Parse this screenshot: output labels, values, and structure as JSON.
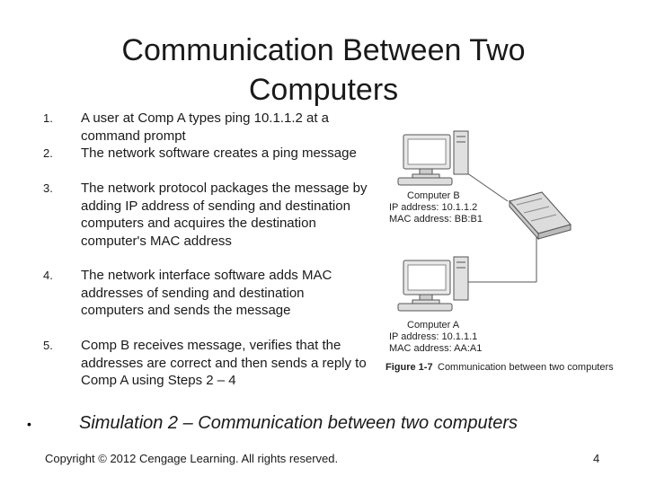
{
  "slide": {
    "title": "Communication Between Two Computers",
    "steps": [
      {
        "number": "1.",
        "text": "A user at Comp A types ping 10.1.1.2 at a command prompt"
      },
      {
        "number": "2.",
        "text": "The network software creates a ping message"
      },
      {
        "number": "3.",
        "text": "The network protocol packages the message by adding IP address of sending and destination computers and acquires the destination computer's MAC address"
      },
      {
        "number": "4.",
        "text": "The network interface software adds MAC addresses of sending and destination computers and sends the message"
      },
      {
        "number": "5.",
        "text": "Comp B receives message, verifies that the addresses are correct and then sends a reply to Comp A using Steps 2 – 4"
      }
    ],
    "bullet": "•",
    "simulation": "Simulation 2 – Communication between two computers",
    "copyright": "Copyright © 2012 Cengage Learning. All rights reserved.",
    "page_number": "4"
  },
  "figure": {
    "computer_b": {
      "name": "Computer B",
      "ip": "IP address: 10.1.1.2",
      "mac": "MAC address: BB:B1"
    },
    "computer_a": {
      "name": "Computer A",
      "ip": "IP address: 10.1.1.1",
      "mac": "MAC address: AA:A1"
    },
    "caption_number": "Figure 1-7",
    "caption_text": "Communication between two computers"
  },
  "colors": {
    "text": "#1a1a1a",
    "figure_line": "#555555",
    "figure_fill": "#e8e8e8"
  }
}
